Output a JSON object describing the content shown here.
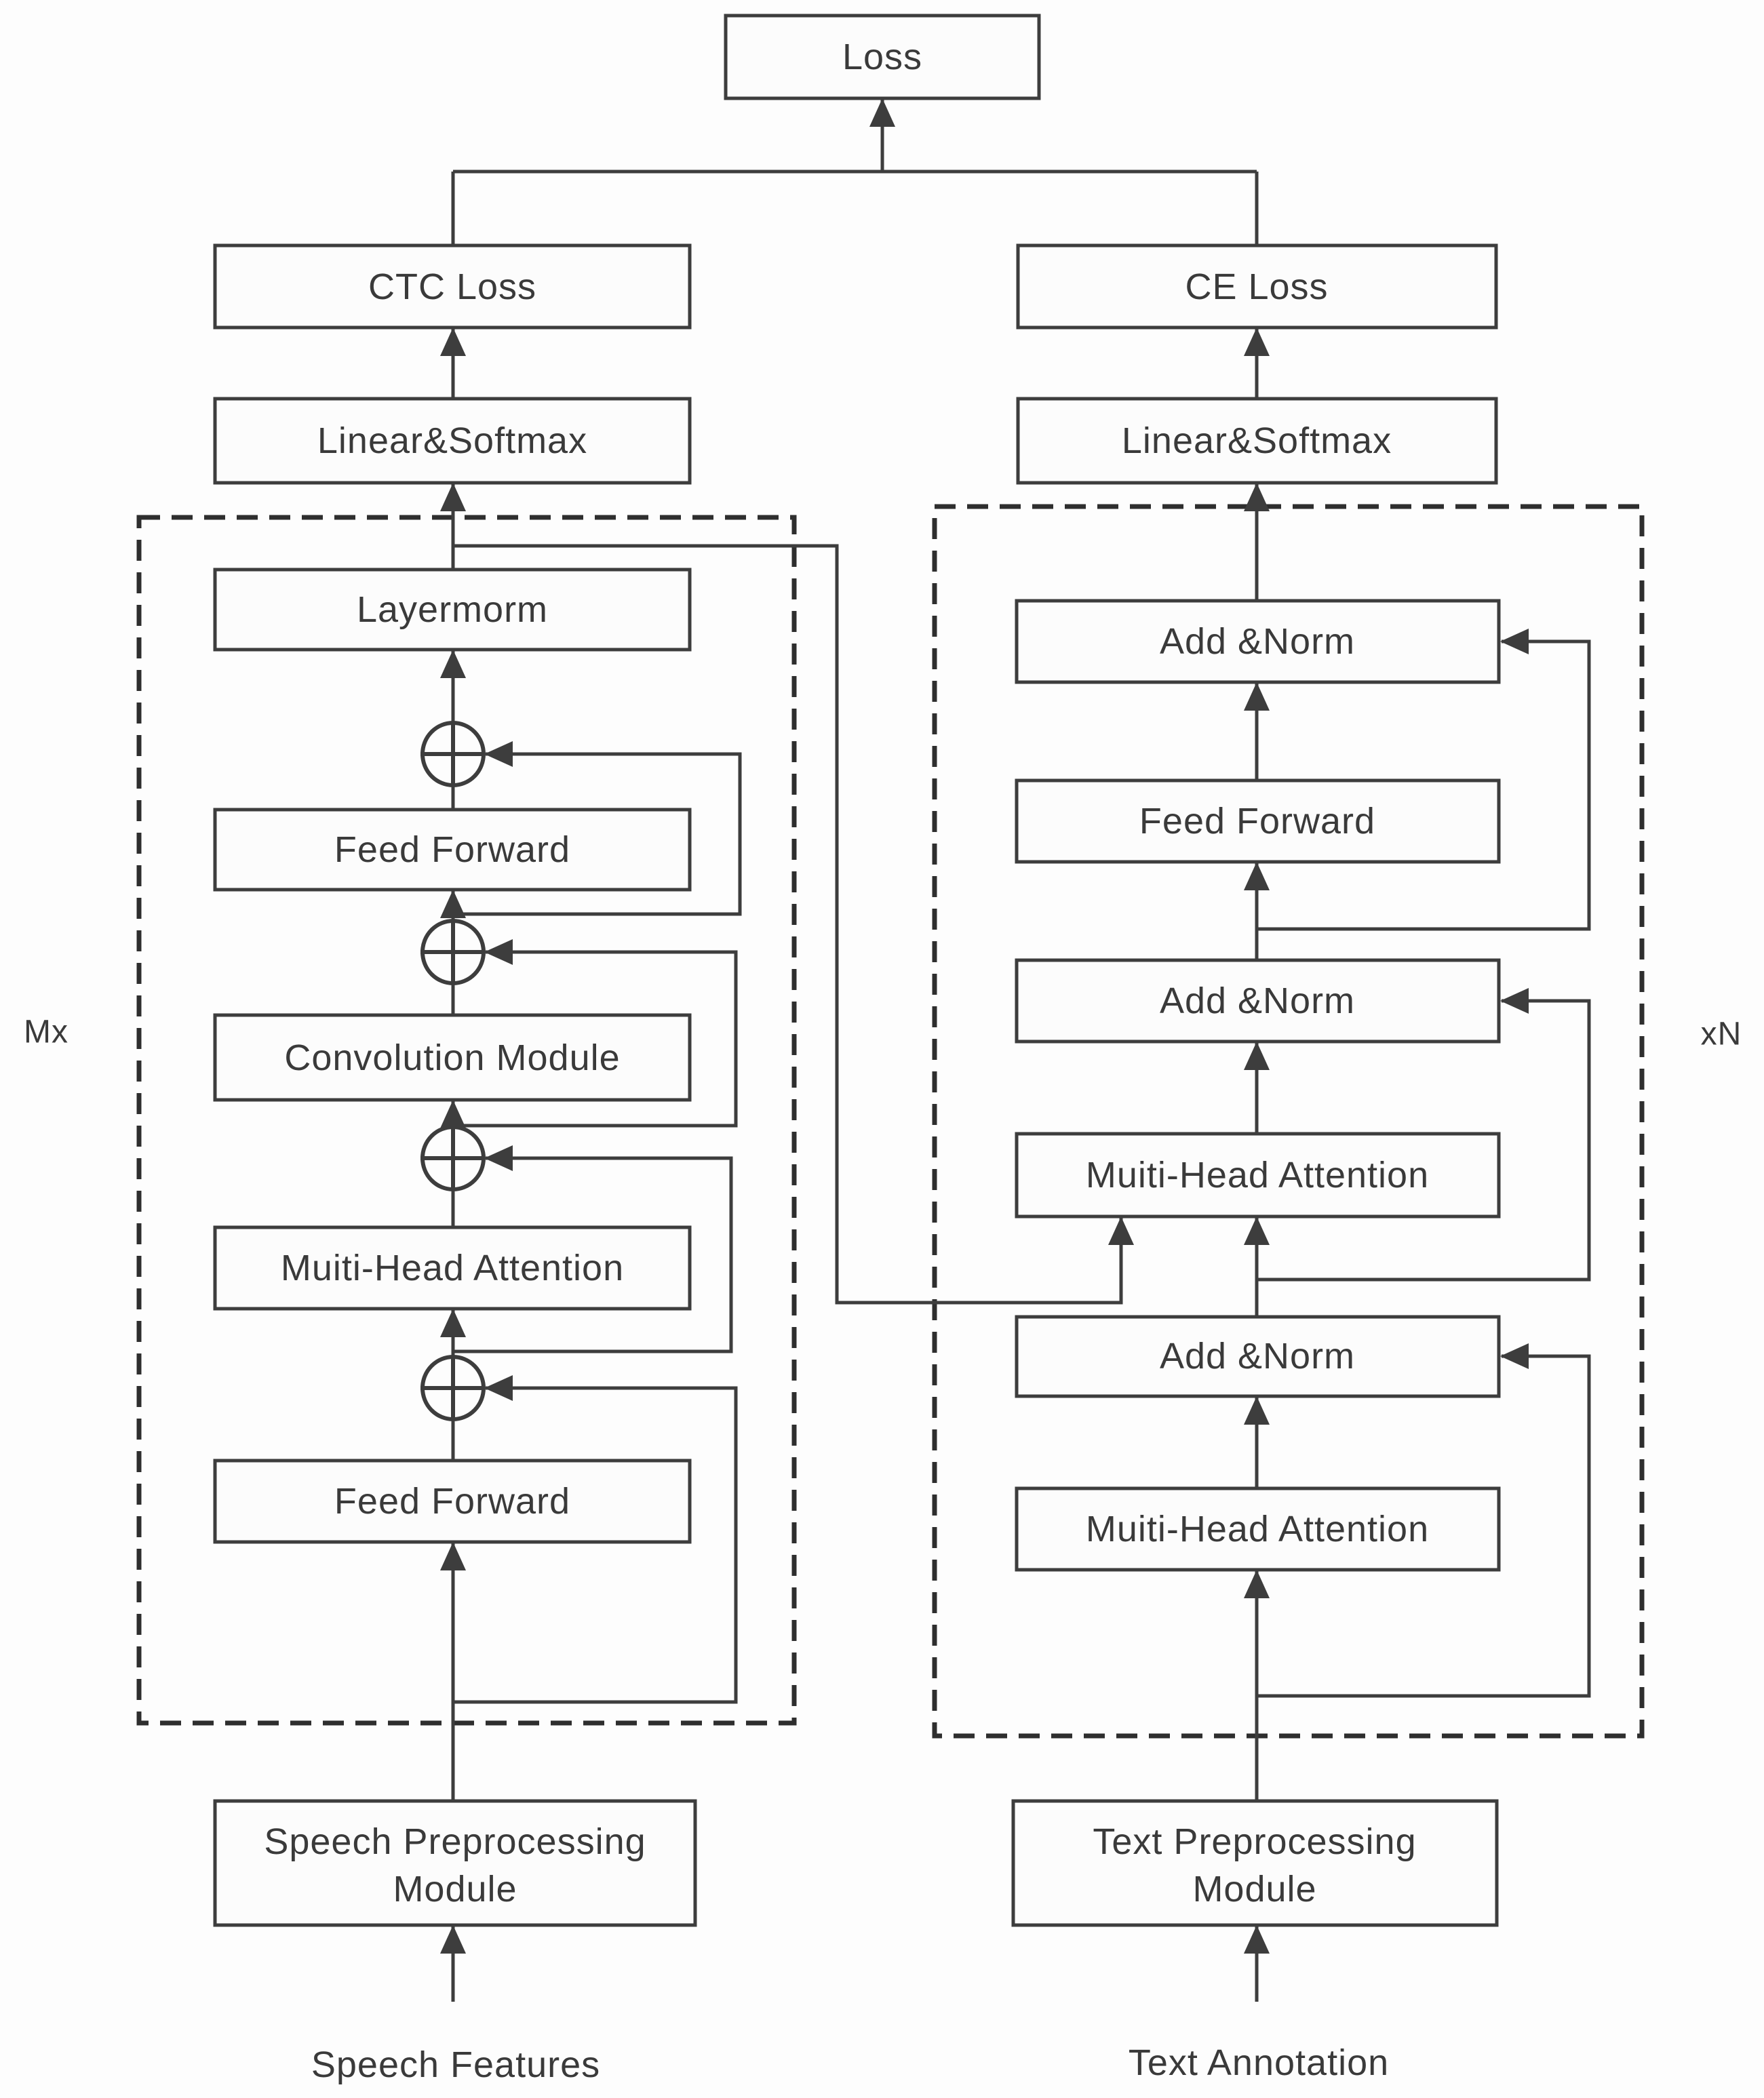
{
  "colors": {
    "line": "#3d3d3d",
    "dash": "#2e2e2e",
    "box_fill": "#fcfcfc",
    "box_stroke": "#3d3d3d",
    "text": "#3a3a3a",
    "background": "#fdfdfd"
  },
  "loss": {
    "label": "Loss"
  },
  "encoder_branch": {
    "loss_label": "CTC Loss",
    "projection_label": "Linear&Softmax",
    "repeat_label": "Mx",
    "blocks": {
      "layernorm": "Layermorm",
      "feed_forward_top": "Feed Forward",
      "convolution": "Convolution Module",
      "attention": "Muiti-Head Attention",
      "feed_forward_bottom": "Feed Forward"
    },
    "preprocess_line1": "Speech Preprocessing",
    "preprocess_line2": "Module",
    "input_label": "Speech Features"
  },
  "decoder_branch": {
    "loss_label": "CE Loss",
    "projection_label": "Linear&Softmax",
    "repeat_label": "xN",
    "blocks": {
      "add_norm_top": "Add &Norm",
      "feed_forward": "Feed Forward",
      "add_norm_mid": "Add &Norm",
      "cross_attention": "Muiti-Head Attention",
      "add_norm_bottom": "Add &Norm",
      "self_attention": "Muiti-Head Attention"
    },
    "preprocess_line1": "Text Preprocessing",
    "preprocess_line2": "Module",
    "input_label": "Text Annotation"
  }
}
